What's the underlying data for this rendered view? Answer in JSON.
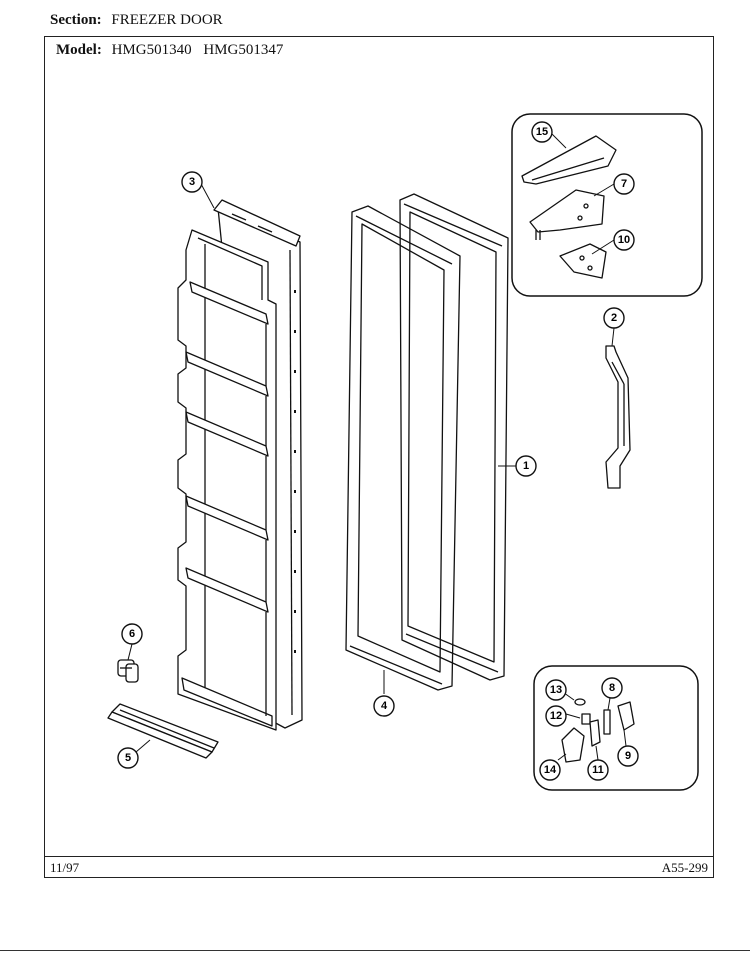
{
  "header": {
    "section_label": "Section:",
    "section_value": "FREEZER DOOR",
    "model_label": "Model:",
    "models": [
      "HMG501340",
      "HMG501347"
    ]
  },
  "footer": {
    "date": "11/97",
    "code": "A55-299"
  },
  "callouts": {
    "c1": "1",
    "c2": "2",
    "c3": "3",
    "c4": "4",
    "c5": "5",
    "c6": "6",
    "c7": "7",
    "c8": "8",
    "c9": "9",
    "c10": "10",
    "c11": "11",
    "c12": "12",
    "c13": "13",
    "c14": "14",
    "c15": "15"
  }
}
